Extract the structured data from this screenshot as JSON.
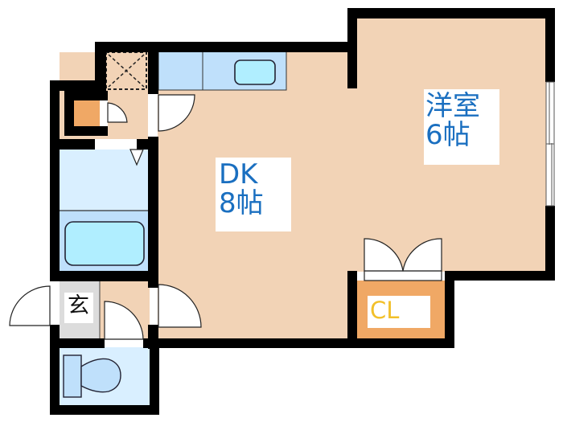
{
  "floorplan": {
    "rooms": {
      "dk": {
        "name": "DK",
        "size": "8帖"
      },
      "western_room": {
        "name": "洋室",
        "size": "6帖"
      },
      "closet": {
        "name": "CL"
      },
      "entrance": {
        "name": "玄"
      }
    },
    "colors": {
      "wall": "#000000",
      "floor": "#f2d3b6",
      "closet_floor": "#f0a865",
      "water_area": "#d9efff",
      "fixture": "#bfe0fb",
      "tub_basin": "#b0eeff",
      "entrance_floor": "#dcdcdc",
      "room_label": "#1a6fc0",
      "closet_label": "#f2c02a"
    }
  }
}
